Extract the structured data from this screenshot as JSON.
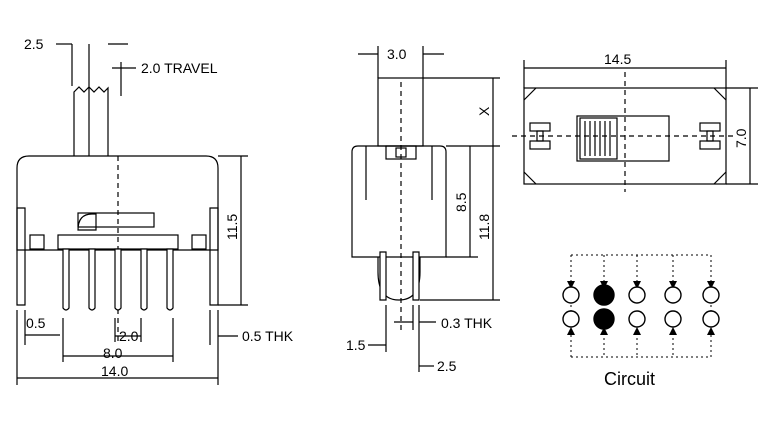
{
  "front_view": {
    "dim_knob_width": "2.5",
    "dim_travel": "2.0 TRAVEL",
    "dim_height": "11.5",
    "dim_side_offset": "0.5",
    "dim_pitch": "2.0",
    "dim_pin_span": "8.0",
    "dim_total_width": "14.0",
    "dim_thickness": "0.5 THK"
  },
  "side_view": {
    "dim_knob_width": "3.0",
    "dim_knob_height": "X",
    "dim_body_height": "8.5",
    "dim_total_height": "11.8",
    "dim_pin_thickness": "0.3 THK",
    "dim_pin_offset": "1.5",
    "dim_pin_spacing": "2.5"
  },
  "top_view": {
    "dim_length": "14.5",
    "dim_width": "7.0"
  },
  "circuit": {
    "label": "Circuit",
    "top_row": [
      false,
      true,
      false,
      false,
      false
    ],
    "bottom_row": [
      false,
      true,
      false,
      false,
      false
    ]
  }
}
